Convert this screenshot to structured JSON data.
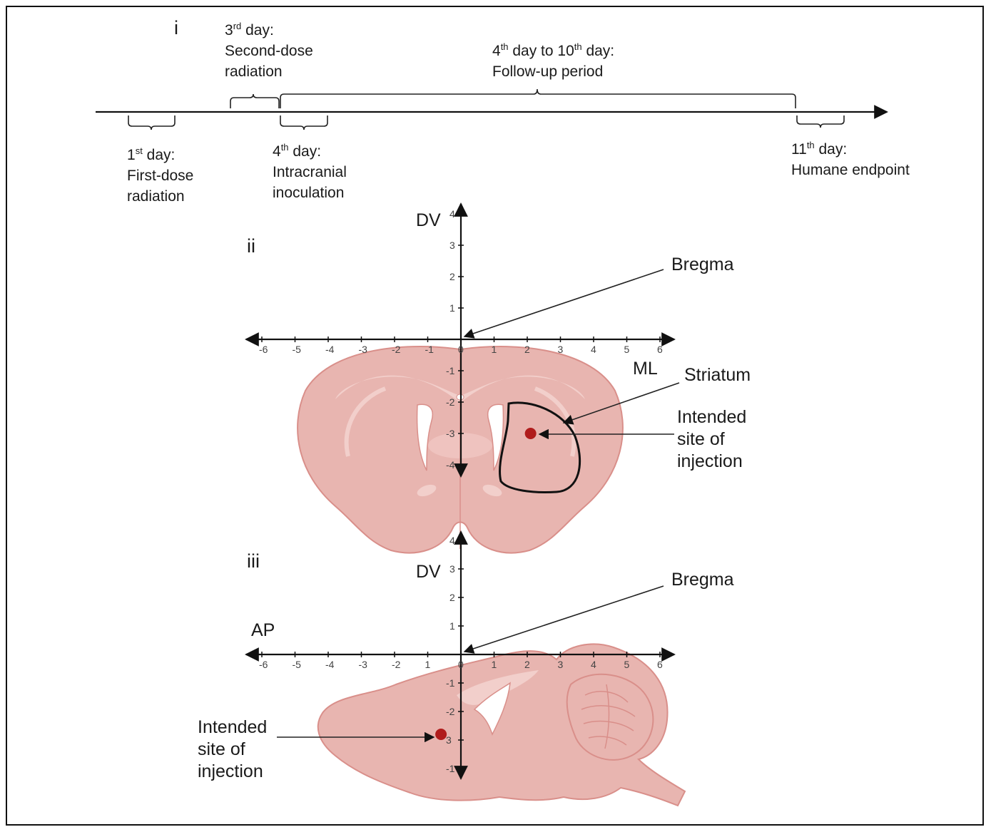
{
  "panels": {
    "i": "i",
    "ii": "ii",
    "iii": "iii"
  },
  "timeline": {
    "events": [
      {
        "id": "day1",
        "day_main": "1",
        "day_sup": "st",
        "day_rest": " day:",
        "lines": [
          "First-dose",
          "radiation"
        ]
      },
      {
        "id": "day3",
        "day_main": "3",
        "day_sup": "rd",
        "day_rest": " day:",
        "lines": [
          "Second-dose",
          "radiation"
        ]
      },
      {
        "id": "day4",
        "day_main": "4",
        "day_sup": "th",
        "day_rest": " day:",
        "lines": [
          "Intracranial",
          "inoculation"
        ]
      },
      {
        "id": "day4to10",
        "day_main": "4",
        "day_sup": "th",
        "day_rest": " day to 10",
        "day_sup2": "th",
        "day_rest2": " day:",
        "lines": [
          "Follow-up period"
        ]
      },
      {
        "id": "day11",
        "day_main": "11",
        "day_sup": "th",
        "day_rest": " day:",
        "lines": [
          "Humane endpoint"
        ]
      }
    ]
  },
  "coronal": {
    "dv_label": "DV",
    "ml_label": "ML",
    "bregma_label": "Bregma",
    "striatum_label": "Striatum",
    "injection_label": [
      "Intended",
      "site of",
      "injection"
    ],
    "x_ticks": [
      "-6",
      "-5",
      "-4",
      "-3",
      "-2",
      "-1",
      "0",
      "1",
      "2",
      "3",
      "4",
      "5",
      "6"
    ],
    "y_ticks_pos": [
      "4",
      "3",
      "2",
      "1"
    ],
    "y_ticks_neg": [
      "-1",
      "-2",
      "-3",
      "-4"
    ],
    "injection_site": {
      "ml": 2.1,
      "dv": -3.0
    }
  },
  "sagittal": {
    "dv_label": "DV",
    "ap_label": "AP",
    "bregma_label": "Bregma",
    "injection_label": [
      "Intended",
      "site of",
      "injection"
    ],
    "x_ticks": [
      "-6",
      "-5",
      "-4",
      "-3",
      "-2",
      "1",
      "0",
      "1",
      "2",
      "3",
      "4",
      "5",
      "6"
    ],
    "y_ticks_pos": [
      "4",
      "3",
      "2",
      "1"
    ],
    "y_ticks_neg": [
      "-1",
      "-2",
      "3",
      "-1"
    ],
    "injection_site": {
      "ap": -0.6,
      "dv": -2.8
    }
  },
  "colors": {
    "brain_fill": "#e8b5b0",
    "brain_stroke": "#d98f8a",
    "brain_light": "#f2cfcb",
    "injection_dot": "#b01c1c",
    "line": "#111111"
  }
}
